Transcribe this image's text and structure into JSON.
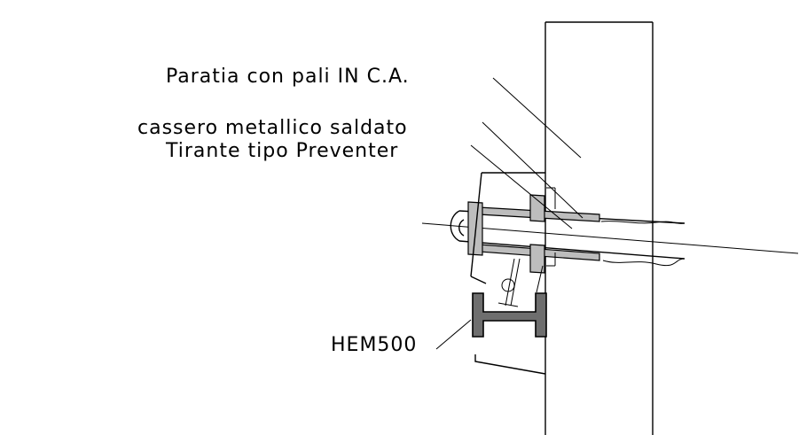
{
  "labels": {
    "wall": "Paratia con pali IN C.A.",
    "formwork": "cassero metallico saldato",
    "tieback": "Tirante tipo Preventer",
    "beam": "HEM500"
  }
}
